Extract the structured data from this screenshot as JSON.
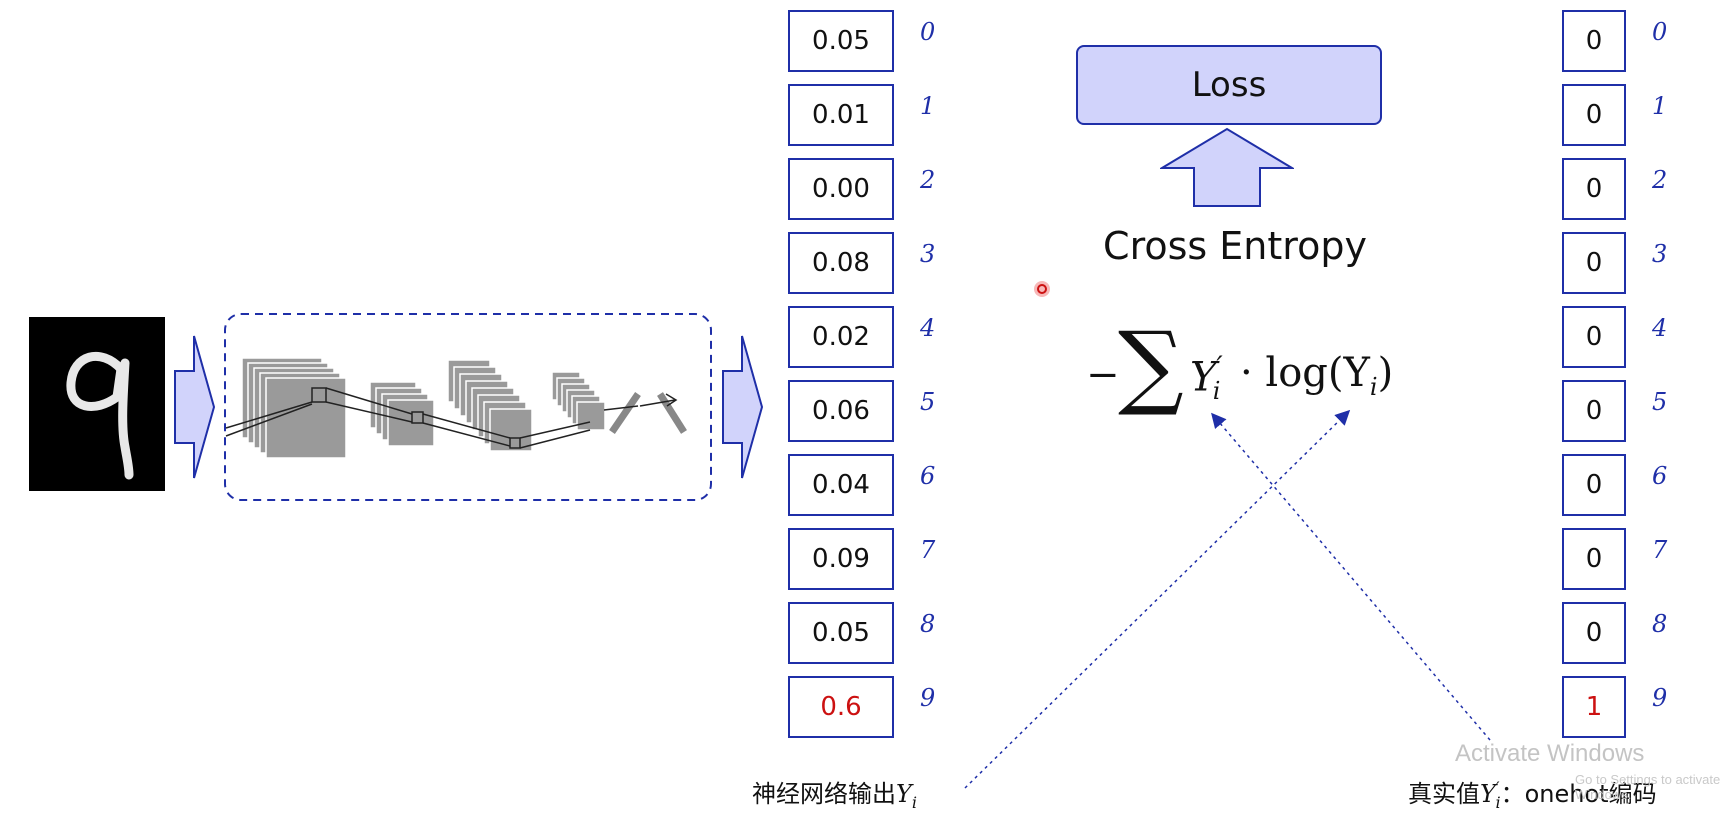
{
  "predicted": {
    "values": [
      "0.05",
      "0.01",
      "0.00",
      "0.08",
      "0.02",
      "0.06",
      "0.04",
      "0.09",
      "0.05",
      "0.6"
    ],
    "highlight_index": 9,
    "caption": "神经网络输出",
    "caption_var": "Y",
    "caption_sub": "i"
  },
  "truth": {
    "values": [
      "0",
      "0",
      "0",
      "0",
      "0",
      "0",
      "0",
      "0",
      "0",
      "1"
    ],
    "highlight_index": 9,
    "caption_prefix": "真实值",
    "caption_var": "Y",
    "caption_prime": "′",
    "caption_sub": "i",
    "caption_suffix": "：onehot编码"
  },
  "class_labels": [
    "0",
    "1",
    "2",
    "3",
    "4",
    "5",
    "6",
    "7",
    "8",
    "9"
  ],
  "loss": {
    "label": "Loss"
  },
  "cross_entropy": {
    "label": "Cross Entropy"
  },
  "formula": {
    "minus": "−",
    "sigma": "∑",
    "y_true": "Y",
    "prime": "′",
    "sub": "i",
    "mid": "· log(Y",
    "close": ")"
  },
  "watermark": {
    "title": "Activate Windows",
    "tail": "Go to Settings to activate Windows."
  },
  "colors": {
    "accent": "#1f2fa8",
    "fill": "#d1d3fb",
    "highlight": "#cc1111"
  },
  "input_image": {
    "digit": "9"
  }
}
